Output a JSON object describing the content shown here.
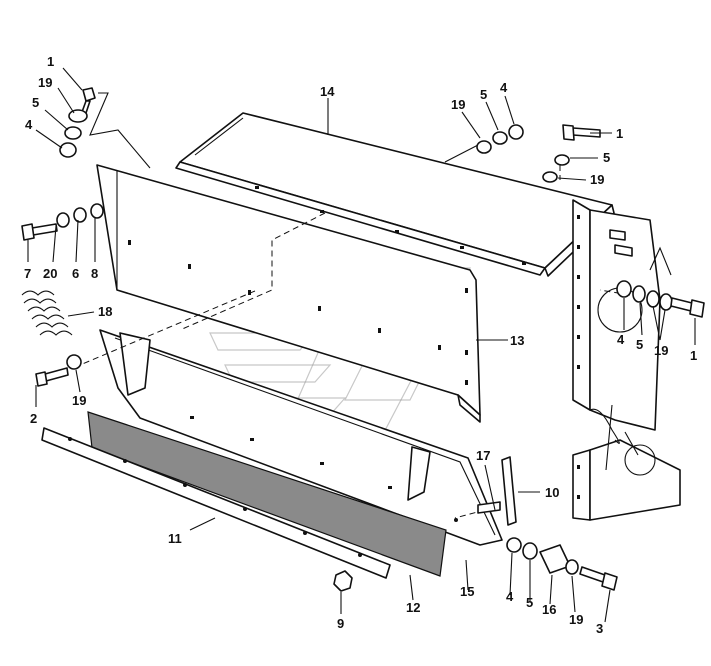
{
  "callouts": [
    {
      "key": "c1a",
      "text": "1"
    },
    {
      "key": "c19a",
      "text": "19"
    },
    {
      "key": "c5a",
      "text": "5"
    },
    {
      "key": "c4a",
      "text": "4"
    },
    {
      "key": "c14",
      "text": "14"
    },
    {
      "key": "c19b",
      "text": "19"
    },
    {
      "key": "c5b",
      "text": "5"
    },
    {
      "key": "c4b",
      "text": "4"
    },
    {
      "key": "c1b",
      "text": "1"
    },
    {
      "key": "c5c",
      "text": "5"
    },
    {
      "key": "c19c",
      "text": "19"
    },
    {
      "key": "c7",
      "text": "7"
    },
    {
      "key": "c20",
      "text": "20"
    },
    {
      "key": "c6",
      "text": "6"
    },
    {
      "key": "c8",
      "text": "8"
    },
    {
      "key": "c18",
      "text": "18"
    },
    {
      "key": "c2",
      "text": "2"
    },
    {
      "key": "c19d",
      "text": "19"
    },
    {
      "key": "c13",
      "text": "13"
    },
    {
      "key": "c4c",
      "text": "4"
    },
    {
      "key": "c5d",
      "text": "5"
    },
    {
      "key": "c19e",
      "text": "19"
    },
    {
      "key": "c1c",
      "text": "1"
    },
    {
      "key": "c17",
      "text": "17"
    },
    {
      "key": "c10",
      "text": "10"
    },
    {
      "key": "c11",
      "text": "11"
    },
    {
      "key": "c9",
      "text": "9"
    },
    {
      "key": "c12",
      "text": "12"
    },
    {
      "key": "c15",
      "text": "15"
    },
    {
      "key": "c4d",
      "text": "4"
    },
    {
      "key": "c5e",
      "text": "5"
    },
    {
      "key": "c16",
      "text": "16"
    },
    {
      "key": "c19f",
      "text": "19"
    },
    {
      "key": "c3",
      "text": "3"
    }
  ]
}
